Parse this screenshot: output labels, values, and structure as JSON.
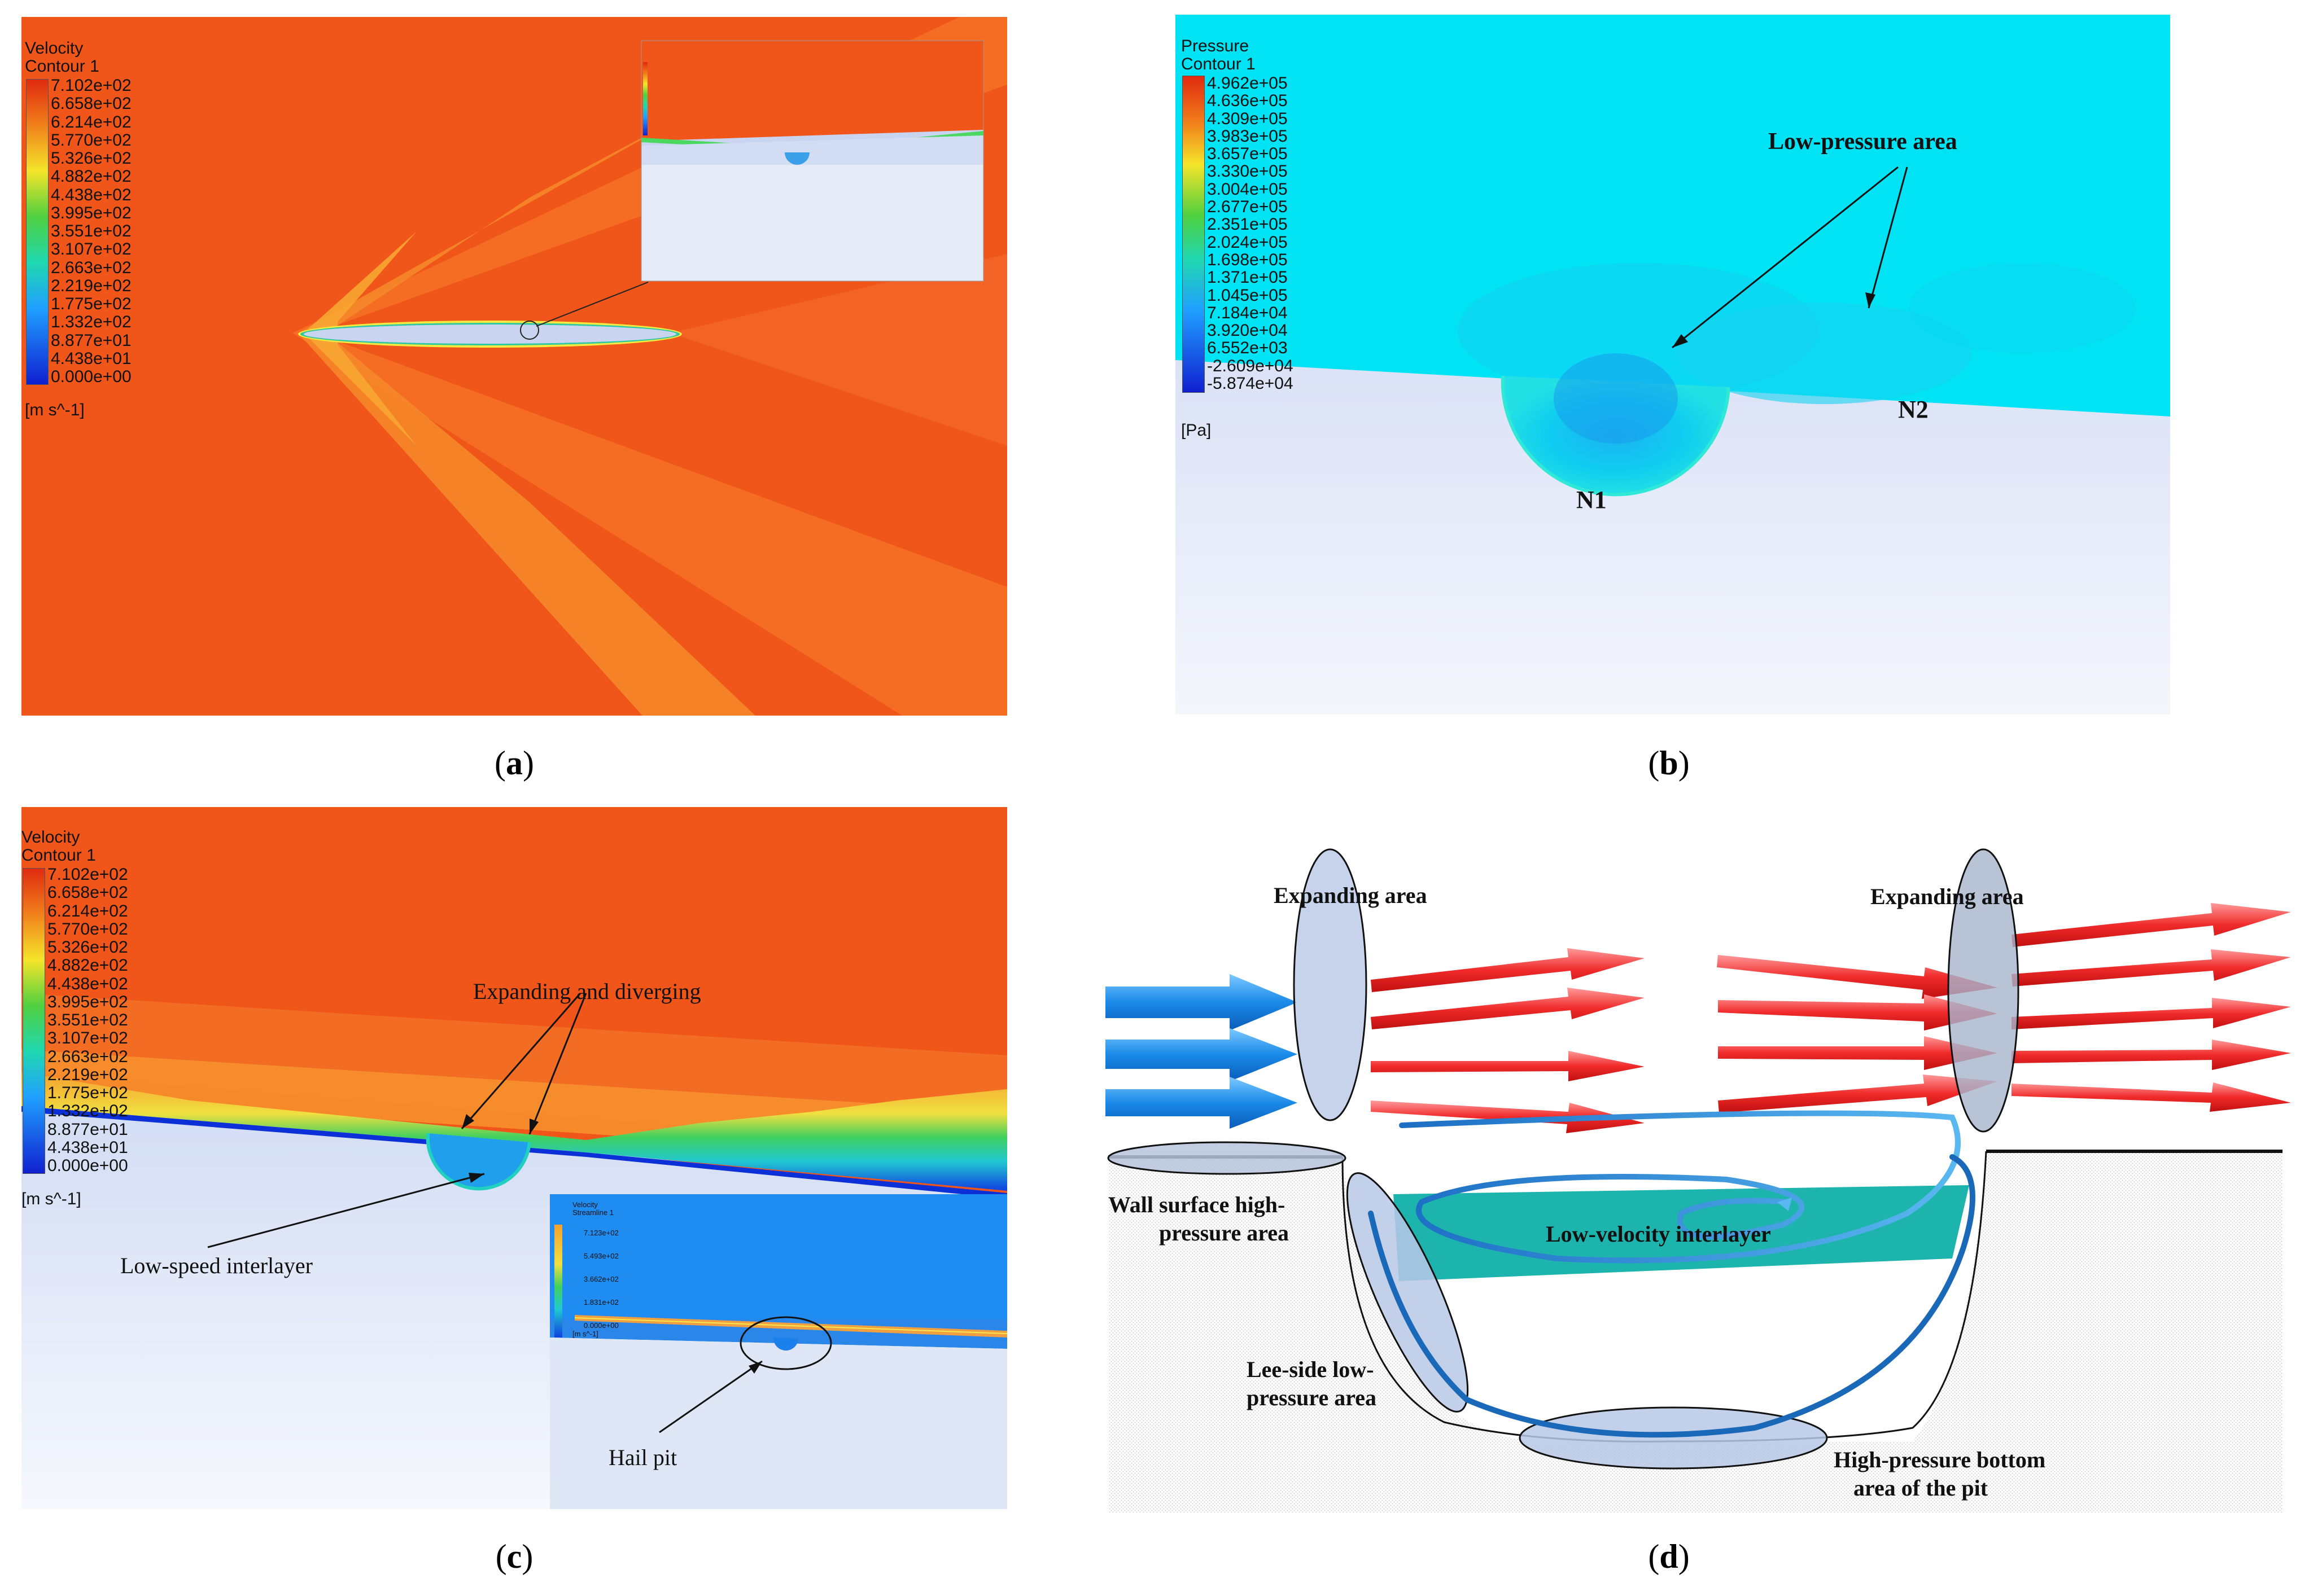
{
  "panels": {
    "a": {
      "caption": "a",
      "legend": {
        "title_line1": "Velocity",
        "title_line2": "Contour 1",
        "ticks": [
          "7.102e+02",
          "6.658e+02",
          "6.214e+02",
          "5.770e+02",
          "5.326e+02",
          "4.882e+02",
          "4.438e+02",
          "3.995e+02",
          "3.551e+02",
          "3.107e+02",
          "2.663e+02",
          "2.219e+02",
          "1.775e+02",
          "1.332e+02",
          "8.877e+01",
          "4.438e+01",
          "0.000e+00"
        ],
        "unit": "[m s^-1]"
      }
    },
    "b": {
      "caption": "b",
      "legend": {
        "title_line1": "Pressure",
        "title_line2": "Contour 1",
        "ticks": [
          "4.962e+05",
          "4.636e+05",
          "4.309e+05",
          "3.983e+05",
          "3.657e+05",
          "3.330e+05",
          "3.004e+05",
          "2.677e+05",
          "2.351e+05",
          "2.024e+05",
          "1.698e+05",
          "1.371e+05",
          "1.045e+05",
          "7.184e+04",
          "3.920e+04",
          "6.552e+03",
          "-2.609e+04",
          "-5.874e+04"
        ],
        "unit": "[Pa]"
      },
      "labels": {
        "low_pressure": "Low-pressure area",
        "n1": "N1",
        "n2": "N2"
      }
    },
    "c": {
      "caption": "c",
      "legend": {
        "title_line1": "Velocity",
        "title_line2": "Contour 1",
        "ticks": [
          "7.102e+02",
          "6.658e+02",
          "6.214e+02",
          "5.770e+02",
          "5.326e+02",
          "4.882e+02",
          "4.438e+02",
          "3.995e+02",
          "3.551e+02",
          "3.107e+02",
          "2.663e+02",
          "2.219e+02",
          "1.775e+02",
          "1.332e+02",
          "8.877e+01",
          "4.438e+01",
          "0.000e+00"
        ],
        "unit": "[m s^-1]"
      },
      "inset_legend": {
        "title_line1": "Velocity",
        "title_line2": "Streamline 1",
        "ticks": [
          "7.123e+02",
          "5.493e+02",
          "3.662e+02",
          "1.831e+02",
          "0.000e+00"
        ],
        "unit": "[m s^-1]"
      },
      "labels": {
        "expanding": "Expanding and diverging",
        "low_speed": "Low-speed interlayer",
        "hail_pit": "Hail pit"
      }
    },
    "d": {
      "caption": "d",
      "labels": {
        "expanding_left": "Expanding area",
        "expanding_right": "Expanding area",
        "wall_line1": "Wall surface high-",
        "wall_line2": "pressure area",
        "low_velocity": "Low-velocity interlayer",
        "lee_line1": "Lee-side low-",
        "lee_line2": "pressure area",
        "bottom_line1": "High-pressure bottom",
        "bottom_line2": "area of the pit"
      }
    }
  },
  "colors": {
    "flow_orange": "#f0561a",
    "cyan_field": "#00e0f5",
    "wall_blue": "#c6d4ef"
  }
}
